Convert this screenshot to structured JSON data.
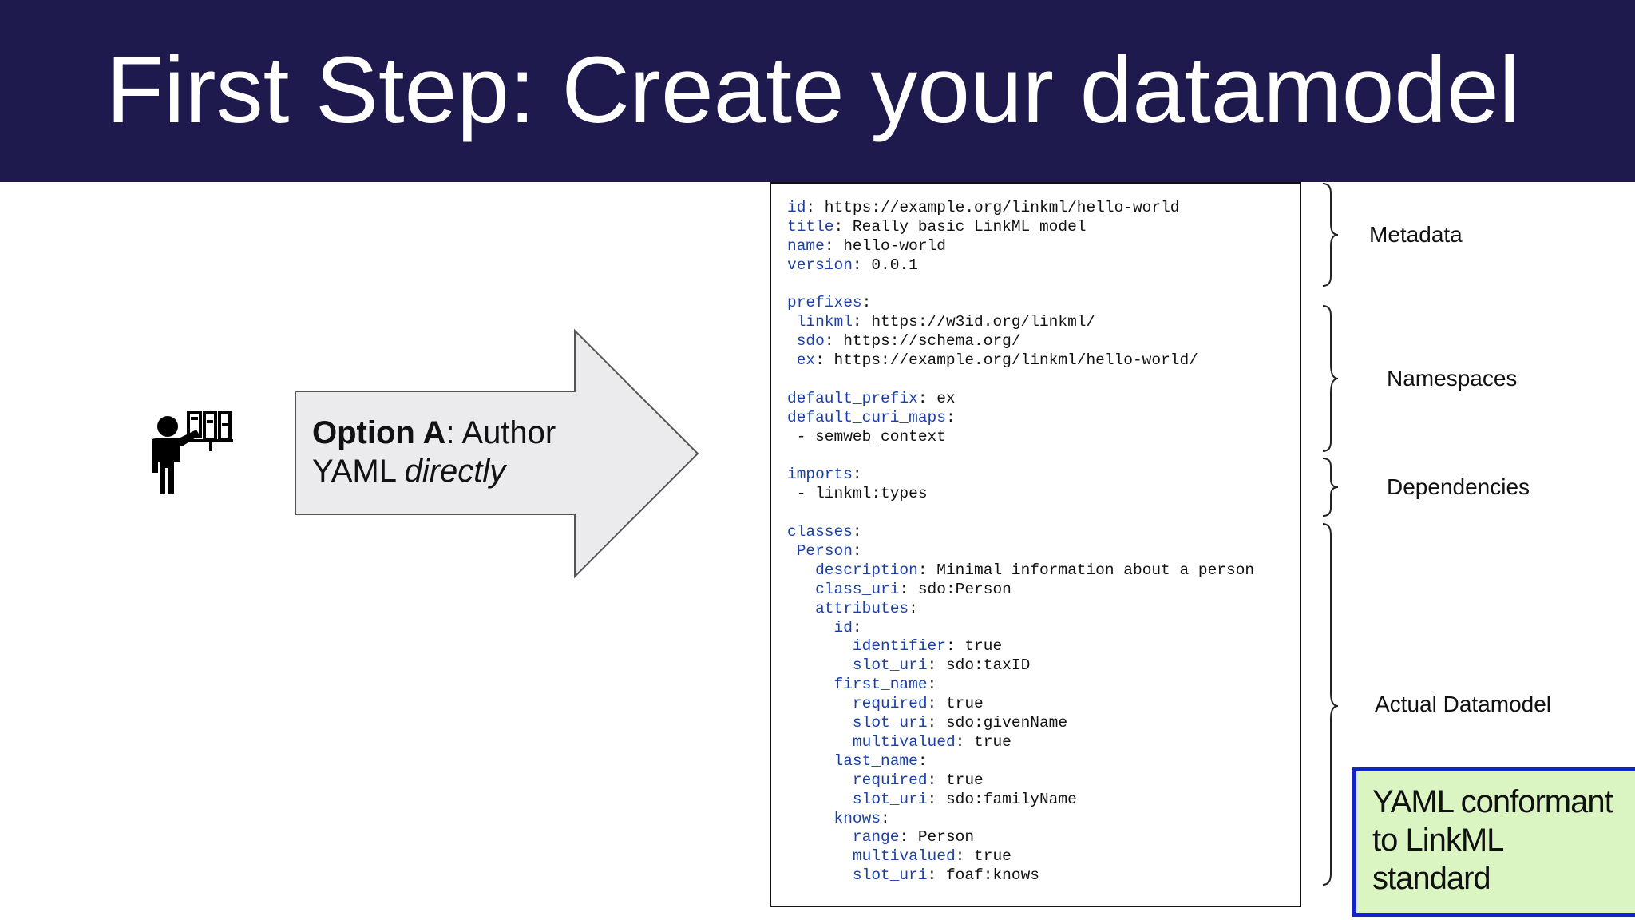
{
  "slide": {
    "title": "First Step: Create your datamodel",
    "colors": {
      "header_bg": "#1f1a4e",
      "keyword": "#1a3fa8",
      "highlight_bg": "#dbf5c2",
      "highlight_border": "#1523cc"
    }
  },
  "option": {
    "bold": "Option A",
    "rest": ": Author",
    "line2_plain": "YAML ",
    "line2_italic": "directly"
  },
  "icons": {
    "presenter": "presenter-at-board-icon",
    "arrow": "right-arrow-shape"
  },
  "code_lines": [
    {
      "key": "id",
      "rest": ": https://example.org/linkml/hello-world"
    },
    {
      "key": "title",
      "rest": ": Really basic LinkML model"
    },
    {
      "key": "name",
      "rest": ": hello-world"
    },
    {
      "key": "version",
      "rest": ": 0.0.1"
    },
    {
      "key": "",
      "rest": ""
    },
    {
      "key": "prefixes",
      "rest": ":"
    },
    {
      "indent": " ",
      "key": "linkml",
      "rest": ": https://w3id.org/linkml/"
    },
    {
      "indent": " ",
      "key": "sdo",
      "rest": ": https://schema.org/"
    },
    {
      "indent": " ",
      "key": "ex",
      "rest": ": https://example.org/linkml/hello-world/"
    },
    {
      "key": "",
      "rest": ""
    },
    {
      "key": "default_prefix",
      "rest": ": ex"
    },
    {
      "key": "default_curi_maps",
      "rest": ":"
    },
    {
      "indent": " ",
      "key": "",
      "rest": "- semweb_context"
    },
    {
      "key": "",
      "rest": ""
    },
    {
      "key": "imports",
      "rest": ":"
    },
    {
      "indent": " ",
      "key": "",
      "rest": "- linkml:types"
    },
    {
      "key": "",
      "rest": ""
    },
    {
      "key": "classes",
      "rest": ":"
    },
    {
      "indent": " ",
      "key": "Person",
      "rest": ":"
    },
    {
      "indent": "   ",
      "key": "description",
      "rest": ": Minimal information about a person"
    },
    {
      "indent": "   ",
      "key": "class_uri",
      "rest": ": sdo:Person"
    },
    {
      "indent": "   ",
      "key": "attributes",
      "rest": ":"
    },
    {
      "indent": "     ",
      "key": "id",
      "rest": ":"
    },
    {
      "indent": "       ",
      "key": "identifier",
      "rest": ": true"
    },
    {
      "indent": "       ",
      "key": "slot_uri",
      "rest": ": sdo:taxID"
    },
    {
      "indent": "     ",
      "key": "first_name",
      "rest": ":"
    },
    {
      "indent": "       ",
      "key": "required",
      "rest": ": true"
    },
    {
      "indent": "       ",
      "key": "slot_uri",
      "rest": ": sdo:givenName"
    },
    {
      "indent": "       ",
      "key": "multivalued",
      "rest": ": true"
    },
    {
      "indent": "     ",
      "key": "last_name",
      "rest": ":"
    },
    {
      "indent": "       ",
      "key": "required",
      "rest": ": true"
    },
    {
      "indent": "       ",
      "key": "slot_uri",
      "rest": ": sdo:familyName"
    },
    {
      "indent": "     ",
      "key": "knows",
      "rest": ":"
    },
    {
      "indent": "       ",
      "key": "range",
      "rest": ": Person"
    },
    {
      "indent": "       ",
      "key": "multivalued",
      "rest": ": true"
    },
    {
      "indent": "       ",
      "key": "slot_uri",
      "rest": ": foaf:knows"
    }
  ],
  "sections": {
    "metadata": "Metadata",
    "namespaces": "Namespaces",
    "dependencies": "Dependencies",
    "datamodel": "Actual Datamodel"
  },
  "conformant": {
    "line1": "YAML conformant",
    "line2": "to LinkML",
    "line3": "standard"
  }
}
